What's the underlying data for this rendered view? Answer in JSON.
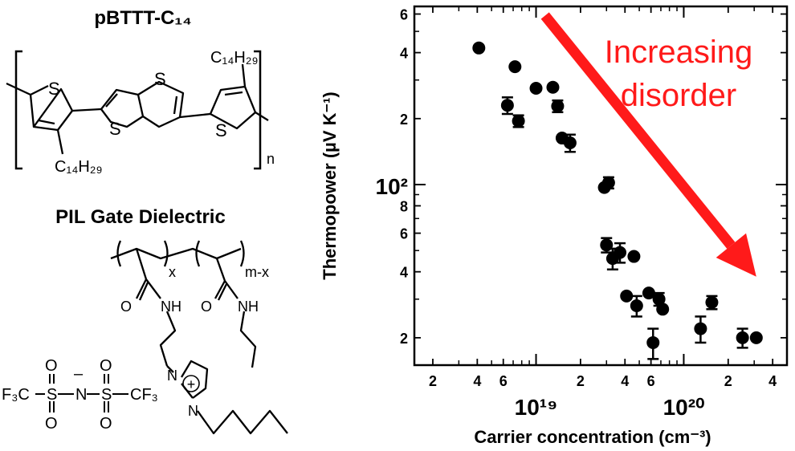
{
  "chemistry": {
    "polymer_title": "pBTTT-C₁₄",
    "side_chain_label": "C₁₄H₂₉",
    "sulfur_label": "S",
    "repeat_subscript": "n",
    "dielectric_title": "PIL Gate Dielectric",
    "sub_x": "x",
    "sub_mx": "m-x",
    "carbonyl_o": "O",
    "amide_nh": "NH",
    "anion_left": "F₃C",
    "anion_right": "CF₃",
    "anion_s": "S",
    "anion_n": "N",
    "anion_minus": "–",
    "imidazolium_n": "N",
    "plus_sign": "+"
  },
  "chart_data": {
    "type": "scatter",
    "xlabel": "Carrier concentration (cm⁻³)",
    "ylabel": "Thermopower (µV K⁻¹)",
    "x_scale": "log",
    "y_scale": "log",
    "xlim": [
      1.5e+18,
      5e+20
    ],
    "ylim": [
      15,
      650
    ],
    "x_major_ticks": [
      {
        "value": 1e+19,
        "label": "10¹⁹"
      },
      {
        "value": 1e+20,
        "label": "10²⁰"
      }
    ],
    "x_minor_ticks": [
      {
        "value": 2e+18,
        "label": "2"
      },
      {
        "value": 4e+18,
        "label": "4"
      },
      {
        "value": 6e+18,
        "label": "6"
      },
      {
        "value": 2e+19,
        "label": "2"
      },
      {
        "value": 4e+19,
        "label": "4"
      },
      {
        "value": 6e+19,
        "label": "6"
      },
      {
        "value": 2e+20,
        "label": "2"
      },
      {
        "value": 4e+20,
        "label": "4"
      }
    ],
    "y_major_ticks": [
      {
        "value": 100,
        "label": "10²"
      }
    ],
    "y_minor_ticks": [
      {
        "value": 20,
        "label": "2"
      },
      {
        "value": 40,
        "label": "4"
      },
      {
        "value": 60,
        "label": "6"
      },
      {
        "value": 80,
        "label": "8"
      },
      {
        "value": 200,
        "label": "2"
      },
      {
        "value": 400,
        "label": "4"
      },
      {
        "value": 600,
        "label": "6"
      }
    ],
    "points": [
      {
        "x": 4.1e+18,
        "y": 420,
        "err_y": 0
      },
      {
        "x": 7.2e+18,
        "y": 345,
        "err_y": 0
      },
      {
        "x": 6.4e+18,
        "y": 230,
        "err_y": 20
      },
      {
        "x": 7.6e+18,
        "y": 195,
        "err_y": 12
      },
      {
        "x": 1e+19,
        "y": 275,
        "err_y": 0
      },
      {
        "x": 1.3e+19,
        "y": 278,
        "err_y": 0
      },
      {
        "x": 1.4e+19,
        "y": 228,
        "err_y": 14
      },
      {
        "x": 1.5e+19,
        "y": 163,
        "err_y": 0
      },
      {
        "x": 1.7e+19,
        "y": 155,
        "err_y": 14
      },
      {
        "x": 2.9e+19,
        "y": 97,
        "err_y": 0
      },
      {
        "x": 3.1e+19,
        "y": 102,
        "err_y": 6
      },
      {
        "x": 3e+19,
        "y": 53,
        "err_y": 4
      },
      {
        "x": 3.3e+19,
        "y": 46,
        "err_y": 5
      },
      {
        "x": 3.7e+19,
        "y": 49,
        "err_y": 5
      },
      {
        "x": 4.6e+19,
        "y": 47,
        "err_y": 0
      },
      {
        "x": 4.1e+19,
        "y": 31,
        "err_y": 0
      },
      {
        "x": 4.8e+19,
        "y": 28,
        "err_y": 3
      },
      {
        "x": 5.8e+19,
        "y": 32,
        "err_y": 0
      },
      {
        "x": 6.8e+19,
        "y": 30,
        "err_y": 2
      },
      {
        "x": 7.2e+19,
        "y": 27,
        "err_y": 0
      },
      {
        "x": 6.2e+19,
        "y": 19,
        "err_y": 3
      },
      {
        "x": 1.3e+20,
        "y": 22,
        "err_y": 3
      },
      {
        "x": 1.55e+20,
        "y": 29,
        "err_y": 2
      },
      {
        "x": 2.5e+20,
        "y": 20,
        "err_y": 2
      },
      {
        "x": 3.1e+20,
        "y": 20,
        "err_y": 0
      }
    ],
    "annotation": {
      "text_line1": "Increasing",
      "text_line2": "disorder",
      "color": "#ff1a1a",
      "arrow_from": {
        "x": 1.15e+19,
        "y": 590
      },
      "arrow_to": {
        "x": 3.1e+20,
        "y": 38
      }
    },
    "marker_color": "#000000",
    "grid": false
  }
}
